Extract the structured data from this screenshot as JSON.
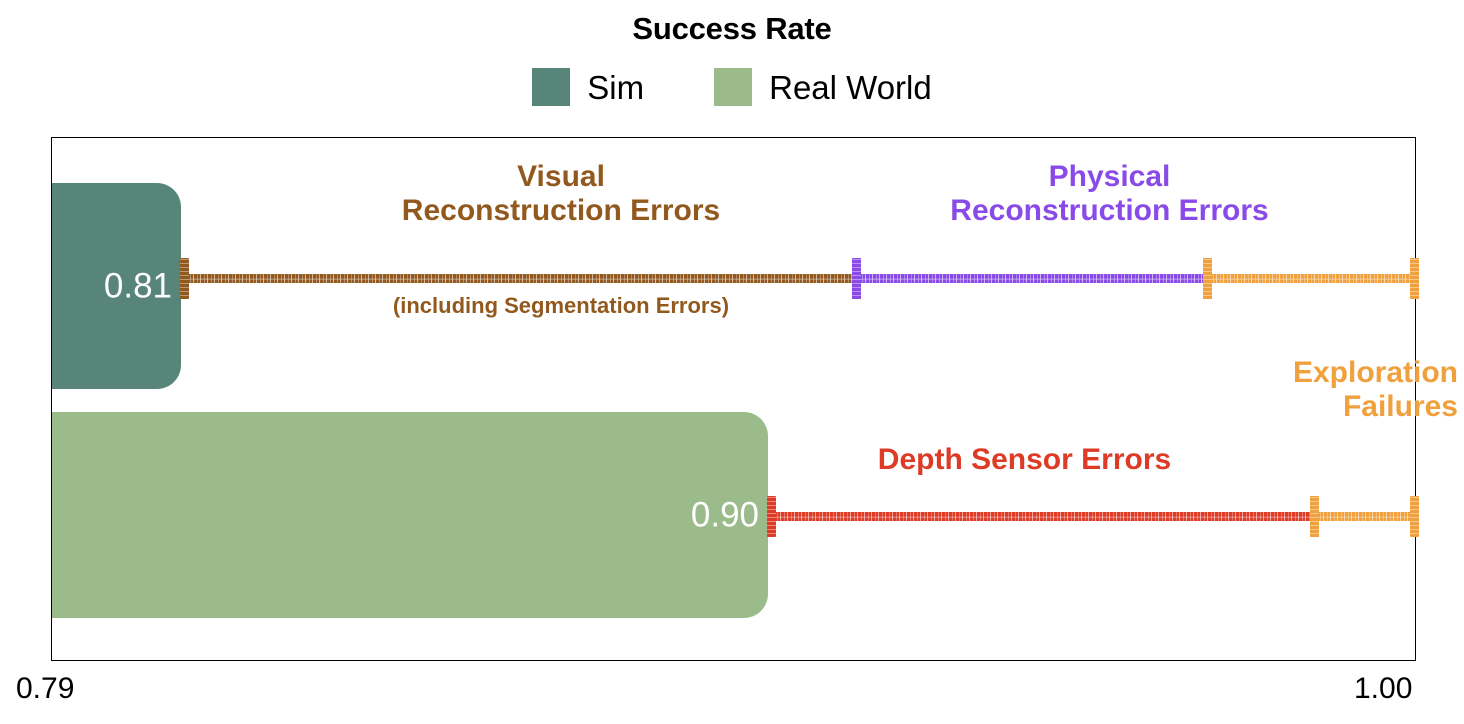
{
  "chart_data": {
    "type": "bar",
    "orientation": "horizontal",
    "title": "Success Rate",
    "xlabel": "",
    "ylabel": "",
    "xlim": [
      0.79,
      1.0
    ],
    "xticks": [
      "0.79",
      "1.00"
    ],
    "grid": false,
    "legend_position": "top-center",
    "categories": [
      "Sim",
      "Real World"
    ],
    "values": [
      0.81,
      0.9
    ],
    "value_labels": [
      "0.81",
      "0.90"
    ],
    "series": [
      {
        "name": "Sim",
        "values": [
          0.81
        ],
        "color": "#588579"
      },
      {
        "name": "Real World",
        "values": [
          0.9
        ],
        "color": "#9cbb8b"
      }
    ],
    "failure_breakdown": [
      {
        "row": "Sim",
        "segments": [
          {
            "label": "Visual Reconstruction Errors",
            "sublabel": "(including Segmentation Errors)",
            "start": 0.81,
            "end": 0.8935,
            "color": "#92591f"
          },
          {
            "label": "Physical Reconstruction Errors",
            "start": 0.8935,
            "end": 0.9475,
            "color": "#8a4ae8"
          },
          {
            "label": "Exploration Failures",
            "start": 0.9475,
            "end": 1.0,
            "color": "#f0a03c"
          }
        ]
      },
      {
        "row": "Real World",
        "segments": [
          {
            "label": "Depth Sensor Errors",
            "start": 0.9,
            "end": 0.9735,
            "color": "#dd3b26"
          },
          {
            "label": "Exploration Failures",
            "start": 0.9735,
            "end": 1.0,
            "color": "#f0a03c"
          }
        ]
      }
    ]
  },
  "title": "Success Rate",
  "legend": {
    "items": [
      {
        "label": "Sim",
        "color": "#588579"
      },
      {
        "label": "Real World",
        "color": "#9cbb8b"
      }
    ]
  },
  "bars": {
    "sim": {
      "value_label": "0.81"
    },
    "real": {
      "value_label": "0.90"
    }
  },
  "annotations": {
    "visual": "Visual\nReconstruction Errors",
    "visual_line1": "Visual",
    "visual_line2": "Reconstruction Errors",
    "visual_sub": "(including Segmentation Errors)",
    "physical_line1": "Physical",
    "physical_line2": "Reconstruction Errors",
    "exploration_line1": "Exploration",
    "exploration_line2": "Failures",
    "depth": "Depth Sensor Errors"
  },
  "axis": {
    "tick_min": "0.79",
    "tick_max": "1.00"
  }
}
